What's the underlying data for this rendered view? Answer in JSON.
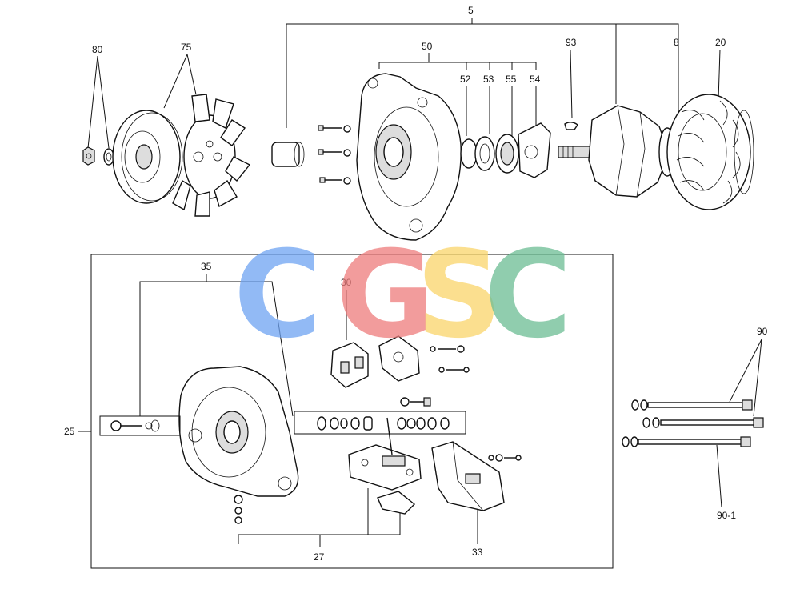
{
  "callouts": {
    "c5": "5",
    "c50": "50",
    "c52": "52",
    "c53": "53",
    "c55": "55",
    "c54": "54",
    "c93": "93",
    "c8": "8",
    "c20": "20",
    "c80": "80",
    "c75": "75",
    "c35": "35",
    "c30": "30",
    "c25": "25",
    "c27": "27",
    "c33": "33",
    "c90": "90",
    "c90_1": "90-1"
  },
  "watermark": {
    "letters": [
      "C",
      "G",
      "S",
      "C"
    ],
    "colors": [
      "#6ea3f2",
      "#ee7b7b",
      "#fad56a",
      "#6bbd93"
    ]
  }
}
